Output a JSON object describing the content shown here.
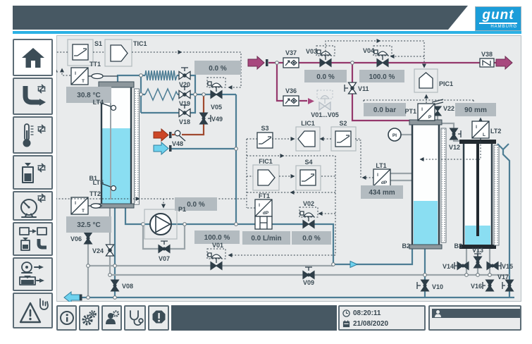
{
  "header": {
    "logo_text": "gunt",
    "logo_sub": "HAMBURG"
  },
  "statusbar": {
    "time": "08:20:11",
    "date": "21/08/2020"
  },
  "sidebar": {
    "icons": [
      "home",
      "process-flow",
      "temperature-control",
      "level-control",
      "pressure-control",
      "process-overview",
      "pump-tank-flow",
      "manual-mode-warning"
    ]
  },
  "toolbar": {
    "icons": [
      "info",
      "settings",
      "user-management",
      "diagnosis",
      "alarms"
    ]
  },
  "colors": {
    "accent_cyan": "#2bb1e5",
    "logo_blue": "#1b9dd9",
    "header_dark": "#475863",
    "pipe_water": "#4d7d94",
    "pipe_empty": "#9ba4a9",
    "pipe_hot": "#a04a30",
    "pipe_air": "#95386c",
    "water_fill": "#8adef2",
    "display_bg": "#b3bbc0"
  },
  "diagram": {
    "displays": {
      "tt1": "30.8 °C",
      "tt2": "32.5 °C",
      "v05": "0.0 %",
      "p1": "0.0 %",
      "v01": "100.0 %",
      "ft1": "0.0 L/min",
      "v02": "0.0 %",
      "v03": "0.0 %",
      "v04": "100.0 %",
      "pt1": "0.0 bar",
      "lt2": "90 mm",
      "lt1": "434 mm"
    },
    "labels": {
      "s1": "S1",
      "tic1": "TIC1",
      "tt1": "TT1",
      "tt2": "TT2",
      "lt4": "LT4",
      "lt5": "LT5",
      "b1": "B1",
      "b2": "B2",
      "b3": "B3",
      "p1": "P1",
      "pi": "PI",
      "pic1": "PIC1",
      "pt1": "PT1",
      "lt1": "LT1",
      "lt2": "LT2",
      "ft1": "FT1",
      "fic1": "FIC1",
      "lic1": "LIC1",
      "s2": "S2",
      "s3": "S3",
      "s4": "S4",
      "v01": "V01",
      "v02": "V02",
      "v03": "V03",
      "v04": "V04",
      "v05": "V05",
      "v06": "V06",
      "v07": "V07",
      "v08": "V08",
      "v09": "V09",
      "v10": "V10",
      "v11": "V11",
      "v12": "V12",
      "v13": "V13",
      "v14": "V14",
      "v15": "V15",
      "v16": "V16",
      "v17": "V17",
      "v18": "V18",
      "v19": "V19",
      "v20": "V20",
      "v22": "V22",
      "v24": "V24",
      "v36": "V36",
      "v37": "V37",
      "v38": "V38",
      "v48": "V48",
      "v49": "V49",
      "v0105": "V01...V05"
    },
    "symbols": {
      "i": "I",
      "t": "T",
      "p": "P",
      "l": "L",
      "dp": "dP"
    }
  }
}
